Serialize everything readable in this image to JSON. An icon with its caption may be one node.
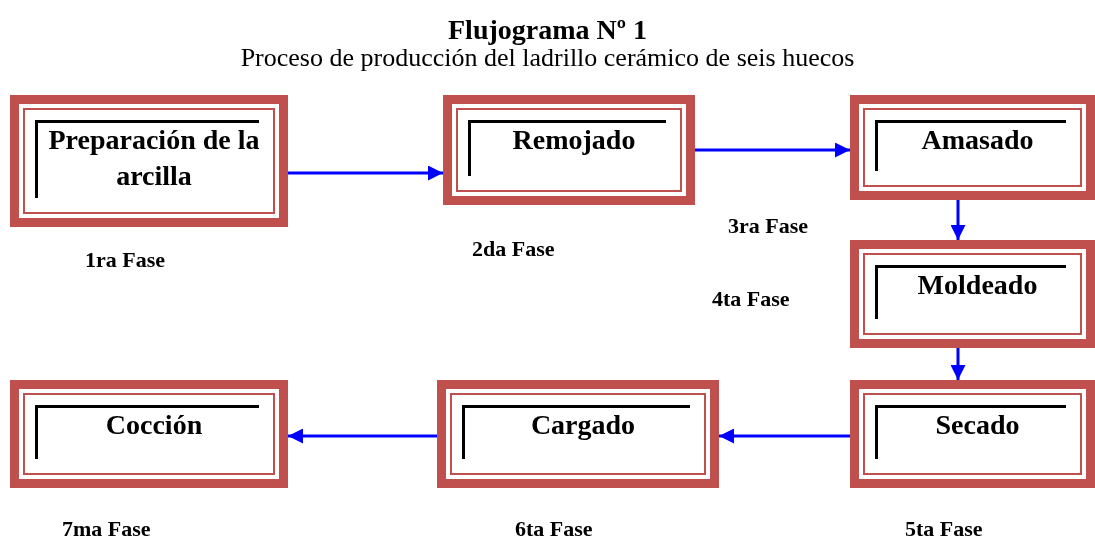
{
  "diagram": {
    "title": "Flujograma Nº 1",
    "caption": "Proceso de producción del ladrillo cerámico de seis huecos",
    "nodes": [
      {
        "text": [
          "Preparación de la arcilla"
        ],
        "beside": [
          "1ra Fase"
        ]
      },
      {
        "text": [
          "Remojado"
        ],
        "beside": [
          "2da Fase"
        ]
      },
      {
        "text": [
          "Amasado"
        ],
        "beside": [
          "3ra Fase"
        ]
      },
      {
        "text": [
          "Moldeado"
        ],
        "beside": [
          "4ta Fase"
        ]
      },
      {
        "text": [
          "Secado"
        ],
        "beside": [
          "5ta Fase"
        ]
      },
      {
        "text": [
          "Cargado"
        ],
        "beside": [
          "6ta Fase"
        ]
      },
      {
        "text": [
          "Cocción"
        ],
        "beside": [
          "7ma Fase"
        ]
      }
    ],
    "edges": [
      {
        "from": 0,
        "to": 1,
        "arrow": "to"
      },
      {
        "from": 1,
        "to": 2,
        "arrow": "to"
      },
      {
        "from": 2,
        "to": 3,
        "arrow": "to"
      },
      {
        "from": 3,
        "to": 4,
        "arrow": "to"
      },
      {
        "from": 4,
        "to": 5,
        "arrow": "to"
      },
      {
        "from": 5,
        "to": 6,
        "arrow": "to"
      }
    ]
  }
}
